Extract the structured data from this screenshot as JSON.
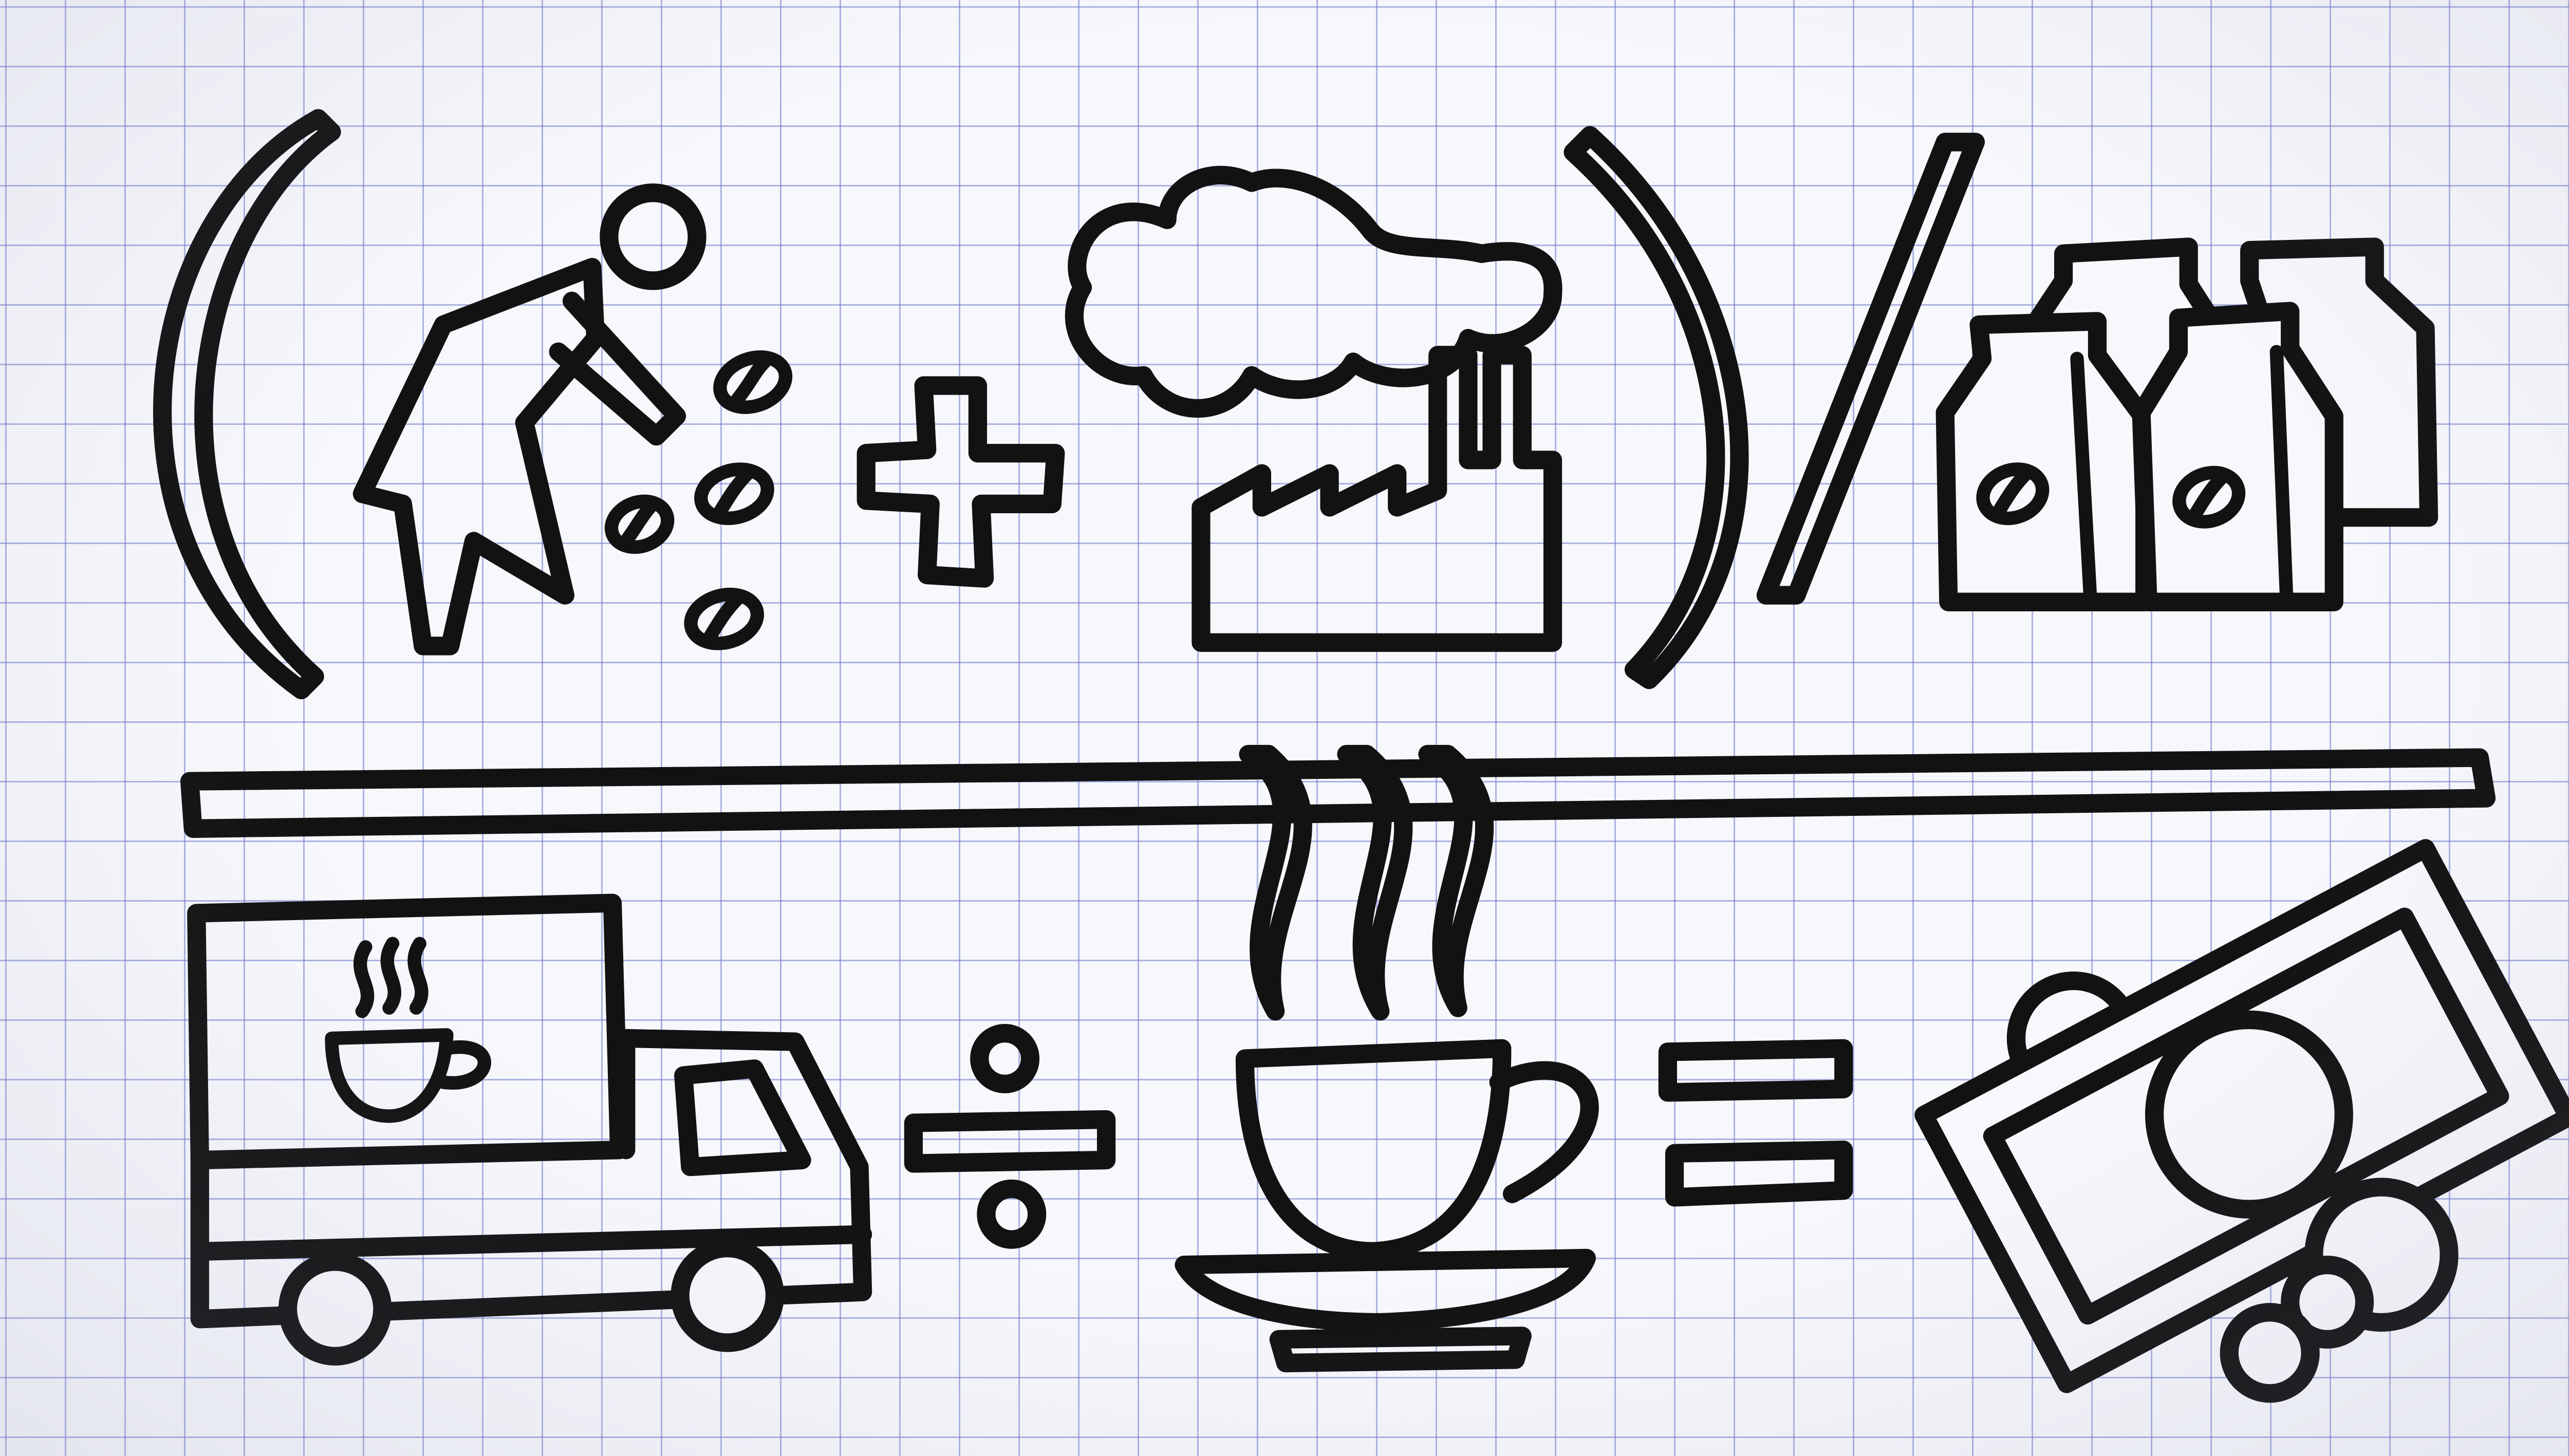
{
  "diagram": {
    "kind": "hand-drawn pictogram equation on grid paper",
    "rows": [
      {
        "row": "numerator",
        "items": [
          "open-paren",
          "farmer-picking-beans-icon",
          "plus-sign",
          "factory-with-smoke-icon",
          "close-paren",
          "divide-slash",
          "coffee-bean-bags-icon"
        ]
      },
      {
        "row": "fraction-bar",
        "items": [
          "fraction-bar"
        ]
      },
      {
        "row": "bottom",
        "items": [
          "delivery-truck-icon",
          "division-sign",
          "steaming-coffee-cup-icon",
          "equals-sign",
          "money-bill-and-coins-icon"
        ]
      }
    ],
    "colors": {
      "ink": "#121212",
      "paper": "#f7f8fc",
      "grid": "#6e78cd"
    }
  }
}
